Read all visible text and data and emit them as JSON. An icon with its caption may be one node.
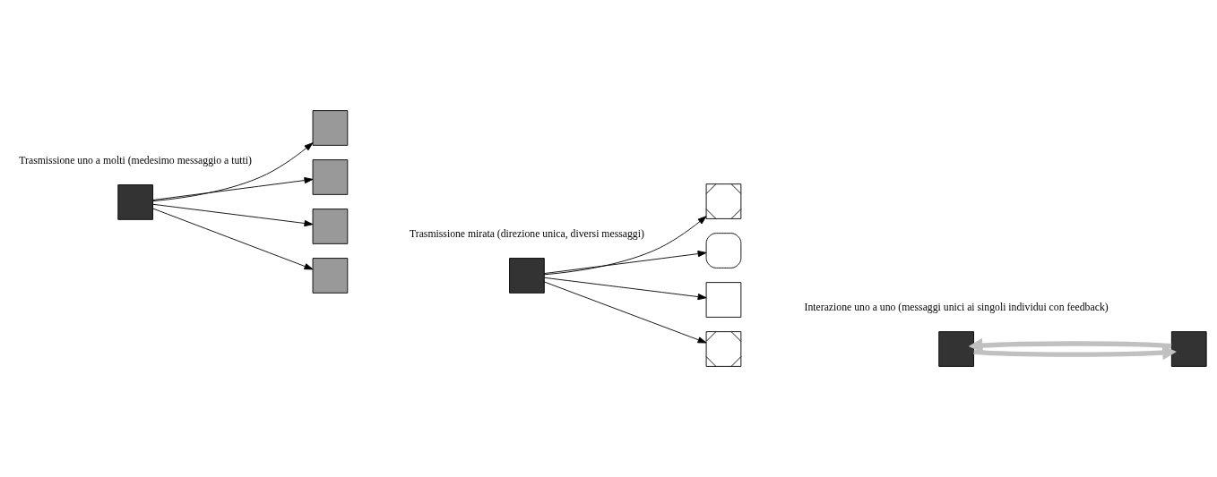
{
  "diagram": {
    "nodes": [
      {
        "text": [],
        "shape": "box"
      },
      {
        "text": [],
        "shape": "box"
      },
      {
        "text": [],
        "shape": "box"
      },
      {
        "text": [],
        "shape": "box"
      },
      {
        "text": [],
        "shape": "box"
      },
      {
        "text": [],
        "shape": "box"
      },
      {
        "text": [],
        "shape": "box"
      },
      {
        "text": [],
        "shape": "box"
      },
      {
        "text": [],
        "shape": "box"
      },
      {
        "text": [],
        "shape": "box"
      },
      {
        "text": [],
        "shape": "box"
      },
      {
        "text": [],
        "shape": "box"
      }
    ],
    "edges": [
      {
        "from": 0,
        "to": 1,
        "arrow": "to"
      },
      {
        "from": 0,
        "to": 2,
        "arrow": "to"
      },
      {
        "from": 0,
        "to": 3,
        "arrow": "to"
      },
      {
        "from": 0,
        "to": 4,
        "arrow": "to"
      },
      {
        "from": 5,
        "to": 6,
        "arrow": "to"
      },
      {
        "from": 5,
        "to": 7,
        "arrow": "to"
      },
      {
        "from": 5,
        "to": 8,
        "arrow": "to"
      },
      {
        "from": 5,
        "to": 9,
        "arrow": "to"
      },
      {
        "from": 11,
        "to": 10,
        "arrow": "to",
        "style": "thick",
        "color": "#c0c0c0"
      },
      {
        "from": 10,
        "to": 11,
        "arrow": "to",
        "style": "thick",
        "color": "#c0c0c0"
      }
    ],
    "labels": [
      "Trasmissione uno a molti (medesimo messaggio a tutti)",
      "Trasmissione mirata (direzione unica, diversi messaggi)",
      "Interazione uno a uno (messaggi unici ai singoli individui con feedback)"
    ]
  }
}
